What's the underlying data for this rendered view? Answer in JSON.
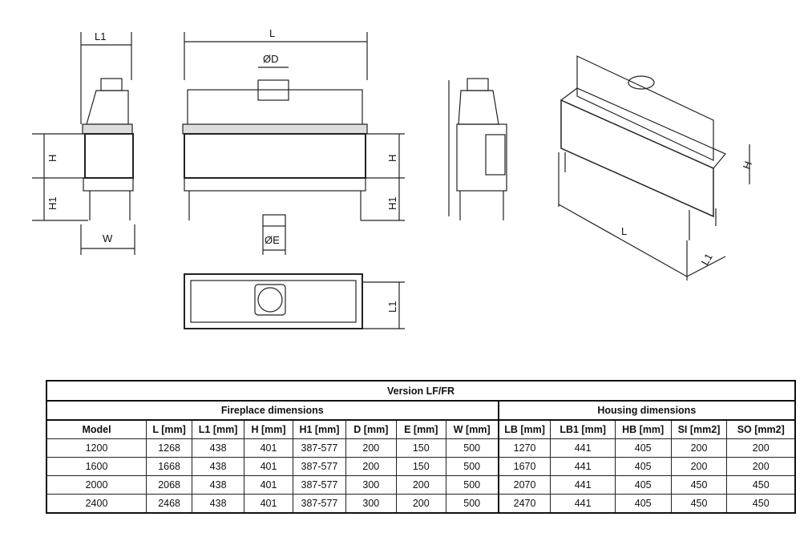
{
  "drawing_labels": {
    "side_l1": "L1",
    "side_h": "H",
    "side_h1": "H1",
    "side_w": "W",
    "front_l": "L",
    "front_d": "ØD",
    "front_e": "ØE",
    "front_h": "H",
    "front_h1": "H1",
    "top_l1": "L1",
    "iso_h": "H",
    "iso_l": "L",
    "iso_l1": "L1"
  },
  "table": {
    "title": "Version LF/FR",
    "groups": [
      "Fireplace dimensions",
      "Housing dimensions"
    ],
    "headers": [
      "Model",
      "L [mm]",
      "L1 [mm]",
      "H [mm]",
      "H1 [mm]",
      "D [mm]",
      "E [mm]",
      "W [mm]",
      "LB [mm]",
      "LB1 [mm]",
      "HB [mm]",
      "SI [mm2]",
      "SO [mm2]"
    ],
    "rows": [
      [
        "1200",
        "1268",
        "438",
        "401",
        "387-577",
        "200",
        "150",
        "500",
        "1270",
        "441",
        "405",
        "200",
        "200"
      ],
      [
        "1600",
        "1668",
        "438",
        "401",
        "387-577",
        "200",
        "150",
        "500",
        "1670",
        "441",
        "405",
        "200",
        "200"
      ],
      [
        "2000",
        "2068",
        "438",
        "401",
        "387-577",
        "300",
        "200",
        "500",
        "2070",
        "441",
        "405",
        "450",
        "450"
      ],
      [
        "2400",
        "2468",
        "438",
        "401",
        "387-577",
        "300",
        "200",
        "500",
        "2470",
        "441",
        "405",
        "450",
        "450"
      ]
    ]
  }
}
